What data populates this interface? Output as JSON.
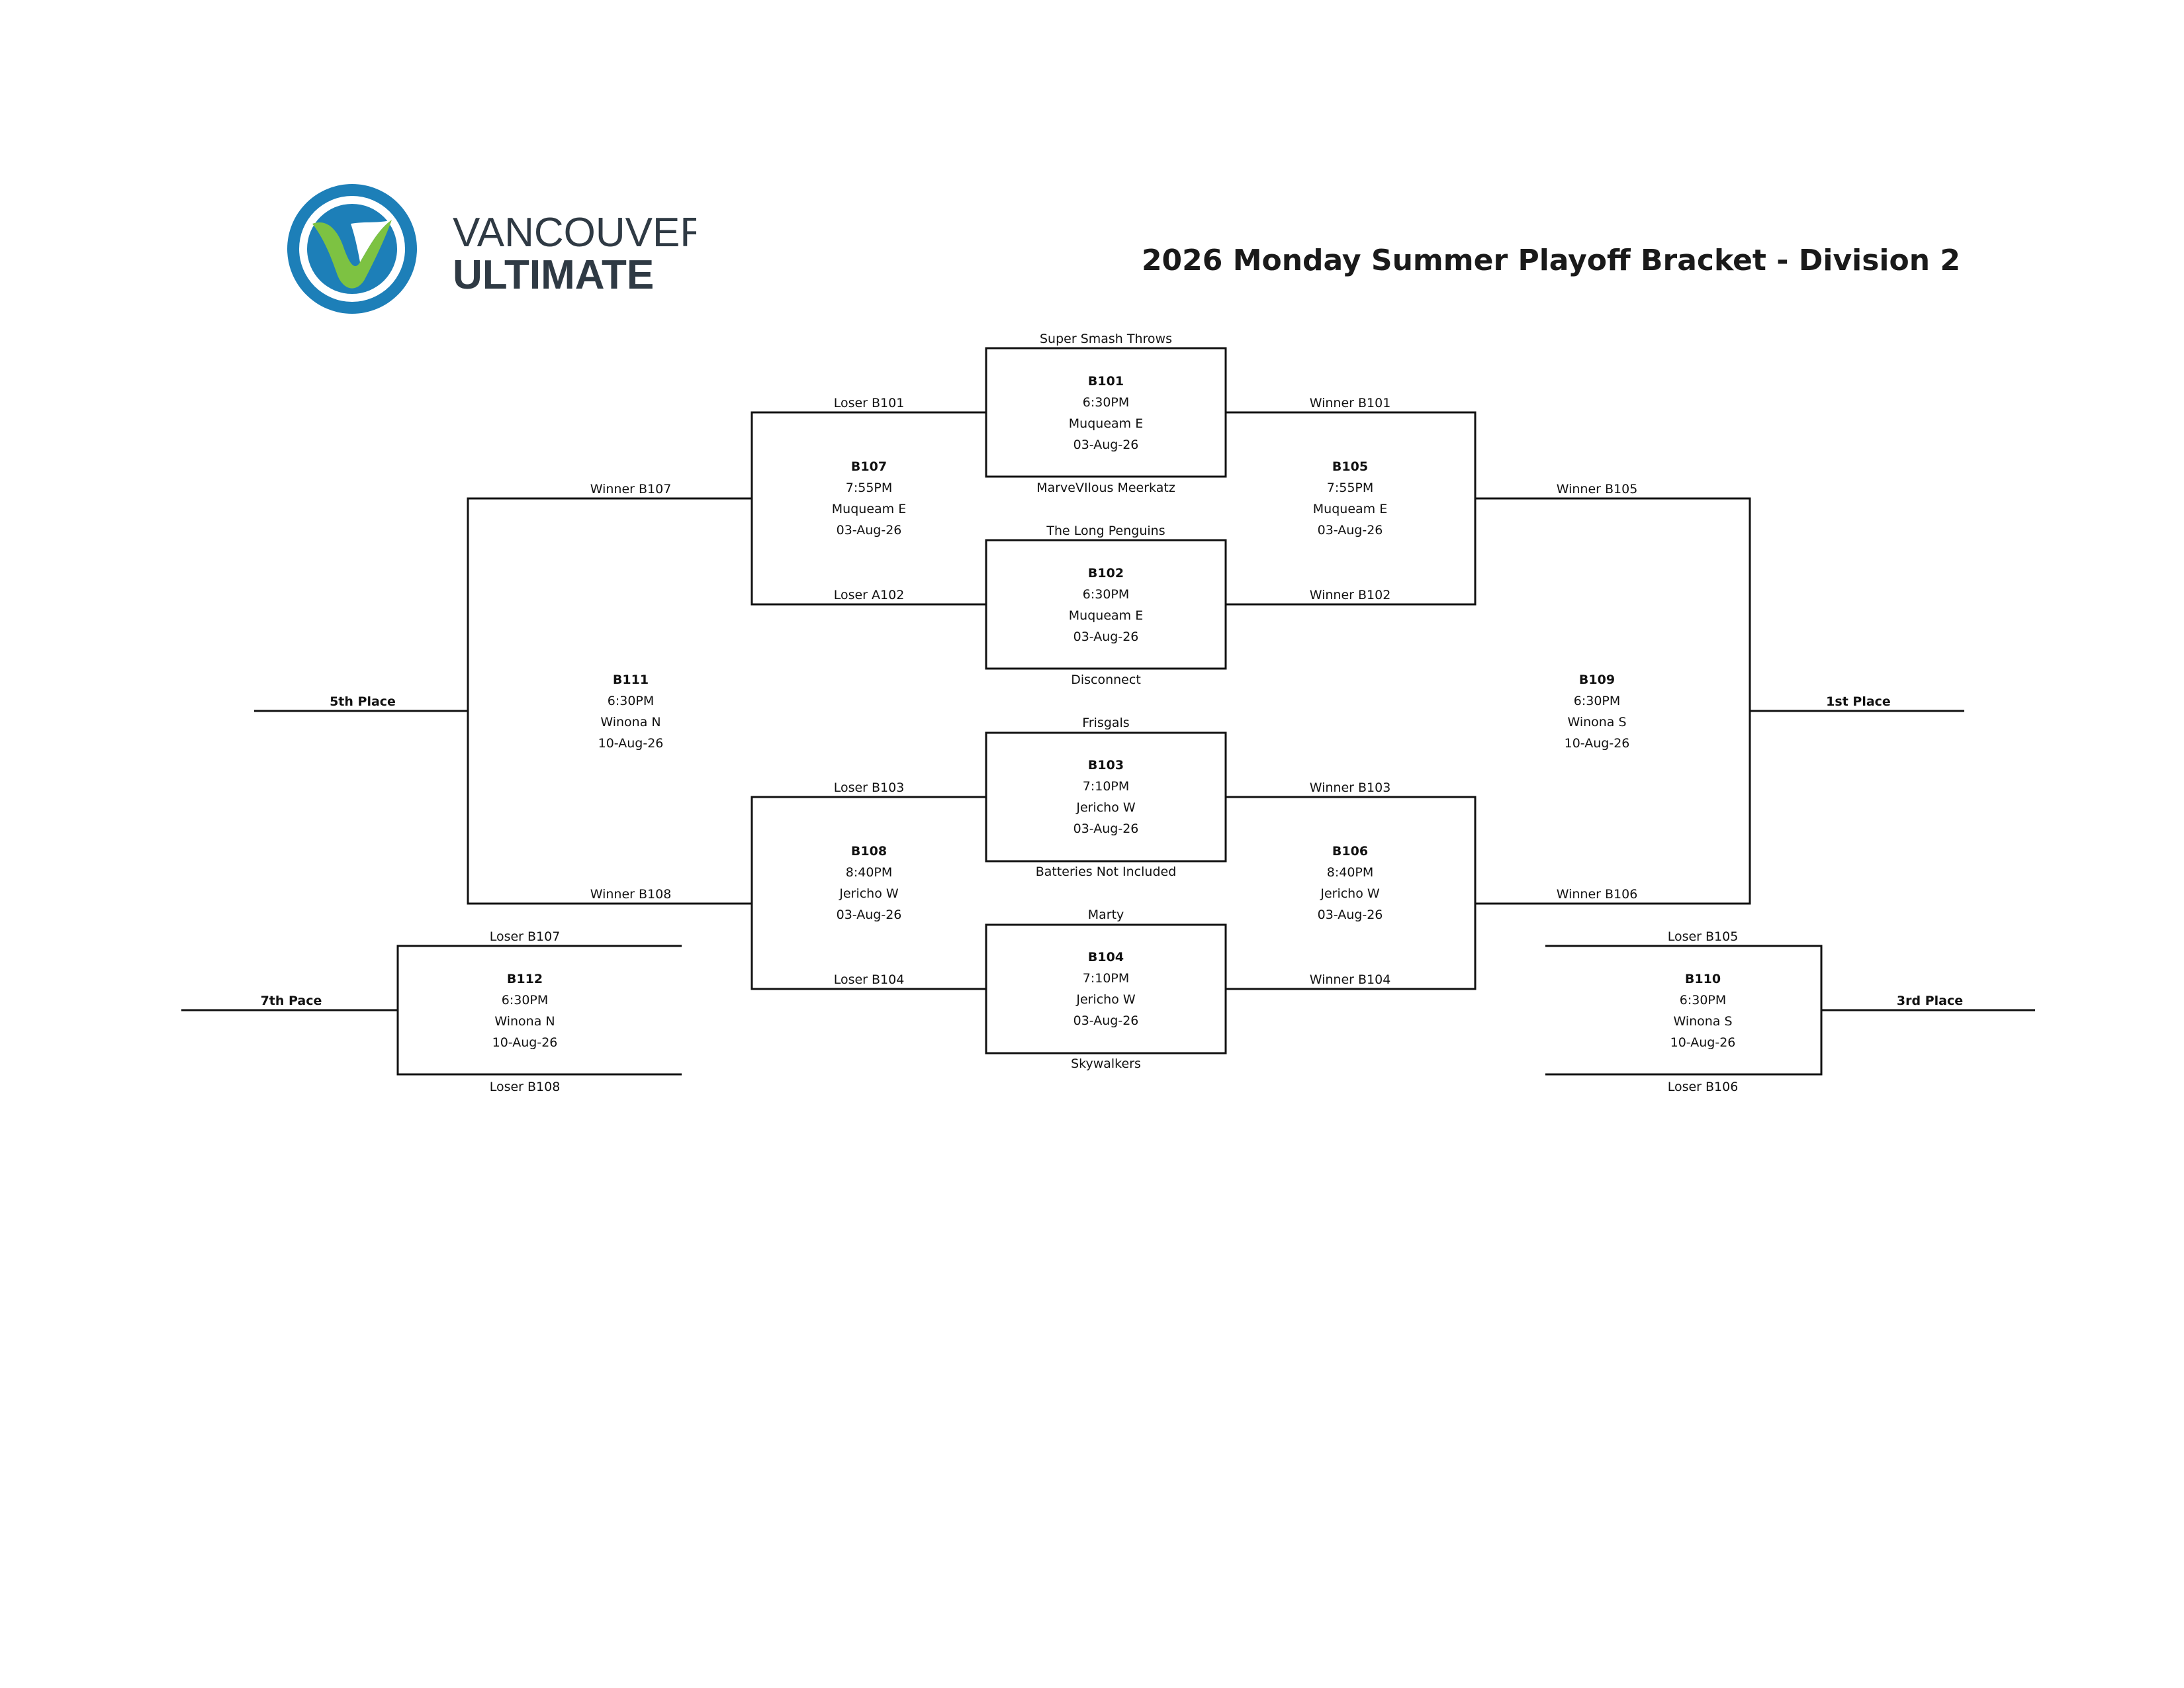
{
  "header": {
    "title": "2026 Monday Summer Playoff Bracket - Division 2",
    "logo_top": "VANCOUVER",
    "logo_bottom": "ULTIMATE",
    "colors": {
      "logo_blue": "#1d7fb8",
      "logo_green": "#7dc242",
      "logo_text": "#2f3a44"
    }
  },
  "games": {
    "B101": {
      "id": "B101",
      "time": "6:30PM",
      "field": "Muqueam E",
      "date": "03-Aug-26",
      "top": "Super Smash Throws",
      "bottom": "MarveVIlous Meerkatz"
    },
    "B102": {
      "id": "B102",
      "time": "6:30PM",
      "field": "Muqueam E",
      "date": "03-Aug-26",
      "top": "The Long Penguins",
      "bottom": "Disconnect"
    },
    "B103": {
      "id": "B103",
      "time": "7:10PM",
      "field": "Jericho W",
      "date": "03-Aug-26",
      "top": "Frisgals",
      "bottom": "Batteries Not Included"
    },
    "B104": {
      "id": "B104",
      "time": "7:10PM",
      "field": "Jericho W",
      "date": "03-Aug-26",
      "top": "Marty",
      "bottom": "Skywalkers"
    },
    "B105": {
      "id": "B105",
      "time": "7:55PM",
      "field": "Muqueam E",
      "date": "03-Aug-26",
      "top": "Winner B101",
      "bottom": "Winner B102"
    },
    "B106": {
      "id": "B106",
      "time": "8:40PM",
      "field": "Jericho W",
      "date": "03-Aug-26",
      "top": "Winner B103",
      "bottom": "Winner B104"
    },
    "B107": {
      "id": "B107",
      "time": "7:55PM",
      "field": "Muqueam E",
      "date": "03-Aug-26",
      "top": "Loser B101",
      "bottom": "Loser A102"
    },
    "B108": {
      "id": "B108",
      "time": "8:40PM",
      "field": "Jericho W",
      "date": "03-Aug-26",
      "top": "Loser B103",
      "bottom": "Loser B104"
    },
    "B109": {
      "id": "B109",
      "time": "6:30PM",
      "field": "Winona S",
      "date": "10-Aug-26",
      "top": "Winner B105",
      "bottom": "Winner B106",
      "result": "1st Place"
    },
    "B110": {
      "id": "B110",
      "time": "6:30PM",
      "field": "Winona S",
      "date": "10-Aug-26",
      "top": "Loser B105",
      "bottom": "Loser B106",
      "result": "3rd Place"
    },
    "B111": {
      "id": "B111",
      "time": "6:30PM",
      "field": "Winona N",
      "date": "10-Aug-26",
      "top": "Winner B107",
      "bottom": "Winner B108",
      "result": "5th Place"
    },
    "B112": {
      "id": "B112",
      "time": "6:30PM",
      "field": "Winona N",
      "date": "10-Aug-26",
      "top": "Loser B107",
      "bottom": "Loser B108",
      "result": "7th Pace"
    }
  }
}
